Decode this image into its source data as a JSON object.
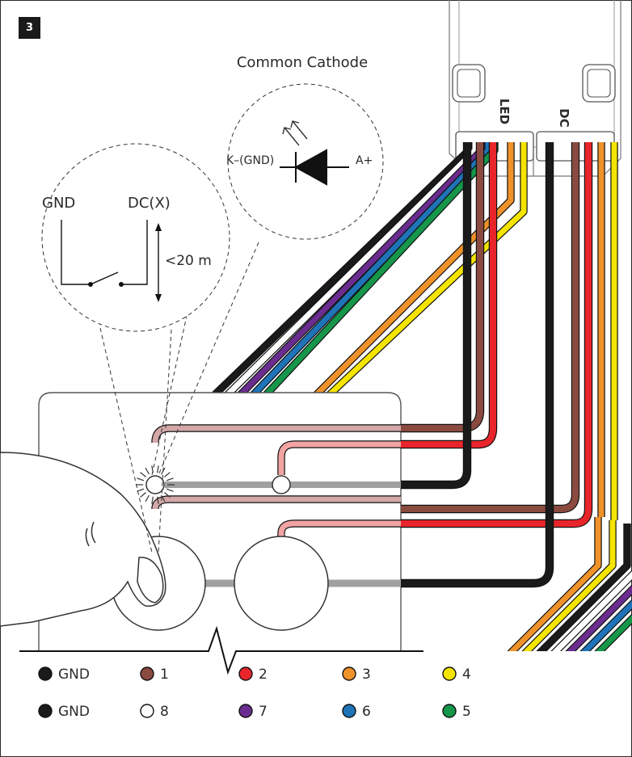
{
  "step_number": "3",
  "inset_common_cathode": {
    "title": "Common Cathode",
    "cathode_label": "K–(GND)",
    "anode_label": "A+"
  },
  "inset_switch": {
    "gnd_label": "GND",
    "dc_label": "DC(X)",
    "distance_label": "<20 m"
  },
  "connector": {
    "led_label": "LED",
    "dc_label": "DC"
  },
  "colors": {
    "black": "#1a1a1a",
    "brown": "#8a4a40",
    "red": "#e8252b",
    "orange": "#f0922a",
    "yellow": "#f5e400",
    "white": "#ffffff",
    "purple": "#6a2d8f",
    "blue": "#1f73b7",
    "green": "#16964a",
    "pink": "#f2a3a3",
    "rose": "#d4a8a8",
    "grey": "#a0a0a0"
  },
  "legend": {
    "row1": [
      {
        "label": "GND",
        "color": "#1a1a1a"
      },
      {
        "label": "1",
        "color": "#8a4a40"
      },
      {
        "label": "2",
        "color": "#e8252b"
      },
      {
        "label": "3",
        "color": "#f0922a"
      },
      {
        "label": "4",
        "color": "#f5e400"
      }
    ],
    "row2": [
      {
        "label": "GND",
        "color": "#1a1a1a"
      },
      {
        "label": "8",
        "color": "#ffffff"
      },
      {
        "label": "7",
        "color": "#6a2d8f"
      },
      {
        "label": "6",
        "color": "#1f73b7"
      },
      {
        "label": "5",
        "color": "#16964a"
      }
    ]
  }
}
